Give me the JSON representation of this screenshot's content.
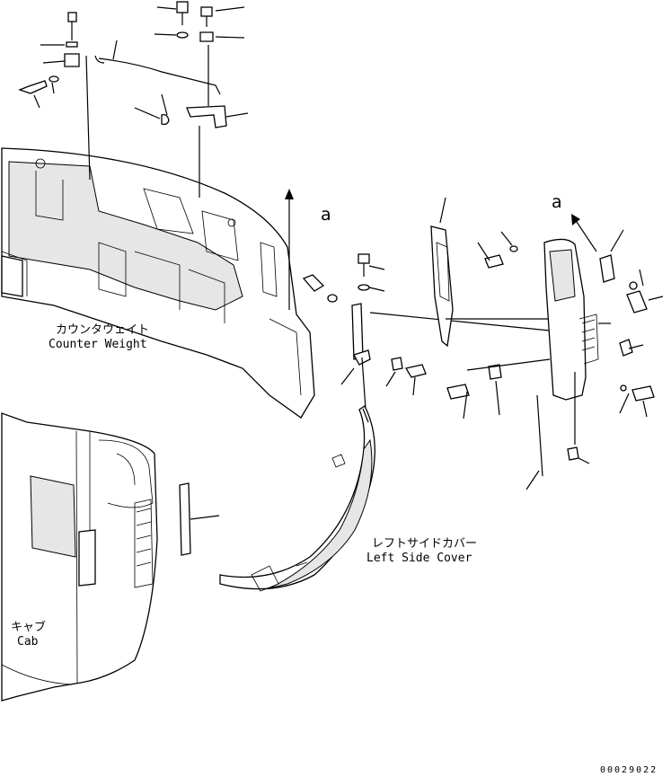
{
  "labels": {
    "counter_weight_jp": "カウンタウェイト",
    "counter_weight_en": "Counter Weight",
    "left_side_cover_jp": "レフトサイドカバー",
    "left_side_cover_en": "Left Side Cover",
    "cab_jp": "キャブ",
    "cab_en": "Cab"
  },
  "callouts": {
    "view_a_left": "a",
    "view_a_right": "a"
  },
  "document_number": "00029022"
}
